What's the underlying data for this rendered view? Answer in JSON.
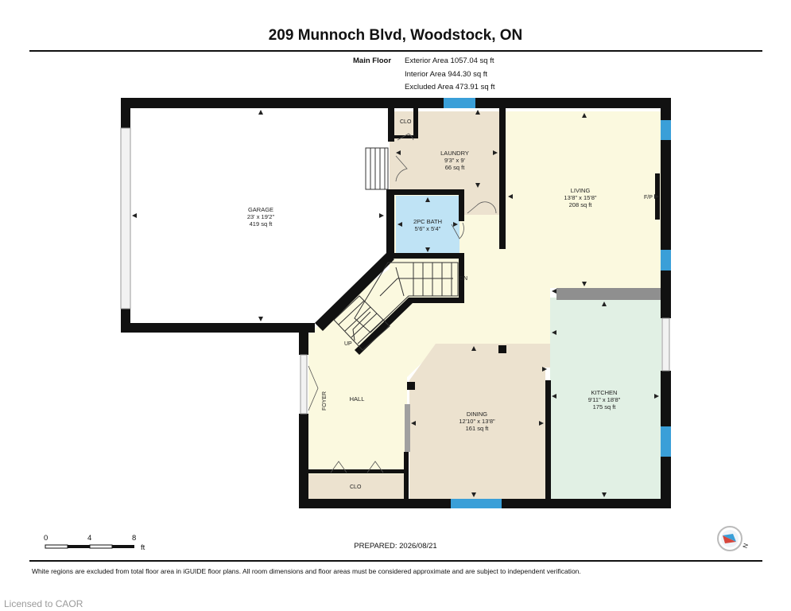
{
  "header": {
    "title": "209 Munnoch Blvd, Woodstock, ON",
    "floor_label": "Main Floor",
    "areas": [
      "Exterior Area 1057.04 sq ft",
      "Interior Area 944.30 sq ft",
      "Excluded Area 473.91 sq ft"
    ]
  },
  "rooms": {
    "garage": {
      "name": "GARAGE",
      "dims": "23' x 19'2\"",
      "area": "419 sq ft"
    },
    "laundry": {
      "name": "LAUNDRY",
      "dims": "9'3\" x 9'",
      "area": "66 sq ft"
    },
    "living": {
      "name": "LIVING",
      "dims": "13'8\" x 15'8\"",
      "area": "208 sq ft"
    },
    "bath": {
      "name": "2PC BATH",
      "dims": "5'6\" x 5'4\"",
      "area": ""
    },
    "kitchen": {
      "name": "KITCHEN",
      "dims": "9'11\" x 18'8\"",
      "area": "175 sq ft"
    },
    "dining": {
      "name": "DINING",
      "dims": "12'10\" x 13'8\"",
      "area": "161 sq ft"
    },
    "hall": {
      "name": "HALL"
    }
  },
  "labels": {
    "clo_top": "CLO",
    "clo_bottom": "CLO",
    "fp": "F/P",
    "dn": "DN",
    "up": "UP",
    "foyer": "FOYER"
  },
  "scale": {
    "ticks": [
      "0",
      "4",
      "8"
    ],
    "unit": "ft"
  },
  "prepared": "PREPARED: 2026/08/21",
  "disclaimer": "White regions are excluded from total floor area in iGUIDE floor plans. All room dimensions and floor areas must be considered approximate and are subject to independent verification.",
  "license": "Licensed to CAOR",
  "compass": {
    "letter": "N"
  },
  "colors": {
    "wall": "#111111",
    "living_hall": "#fbf9df",
    "laundry_dining": "#ece2cf",
    "bath": "#bfe3f5",
    "kitchen": "#e1f0e4",
    "window": "#3a9fd8",
    "compass_red": "#d6463c"
  }
}
